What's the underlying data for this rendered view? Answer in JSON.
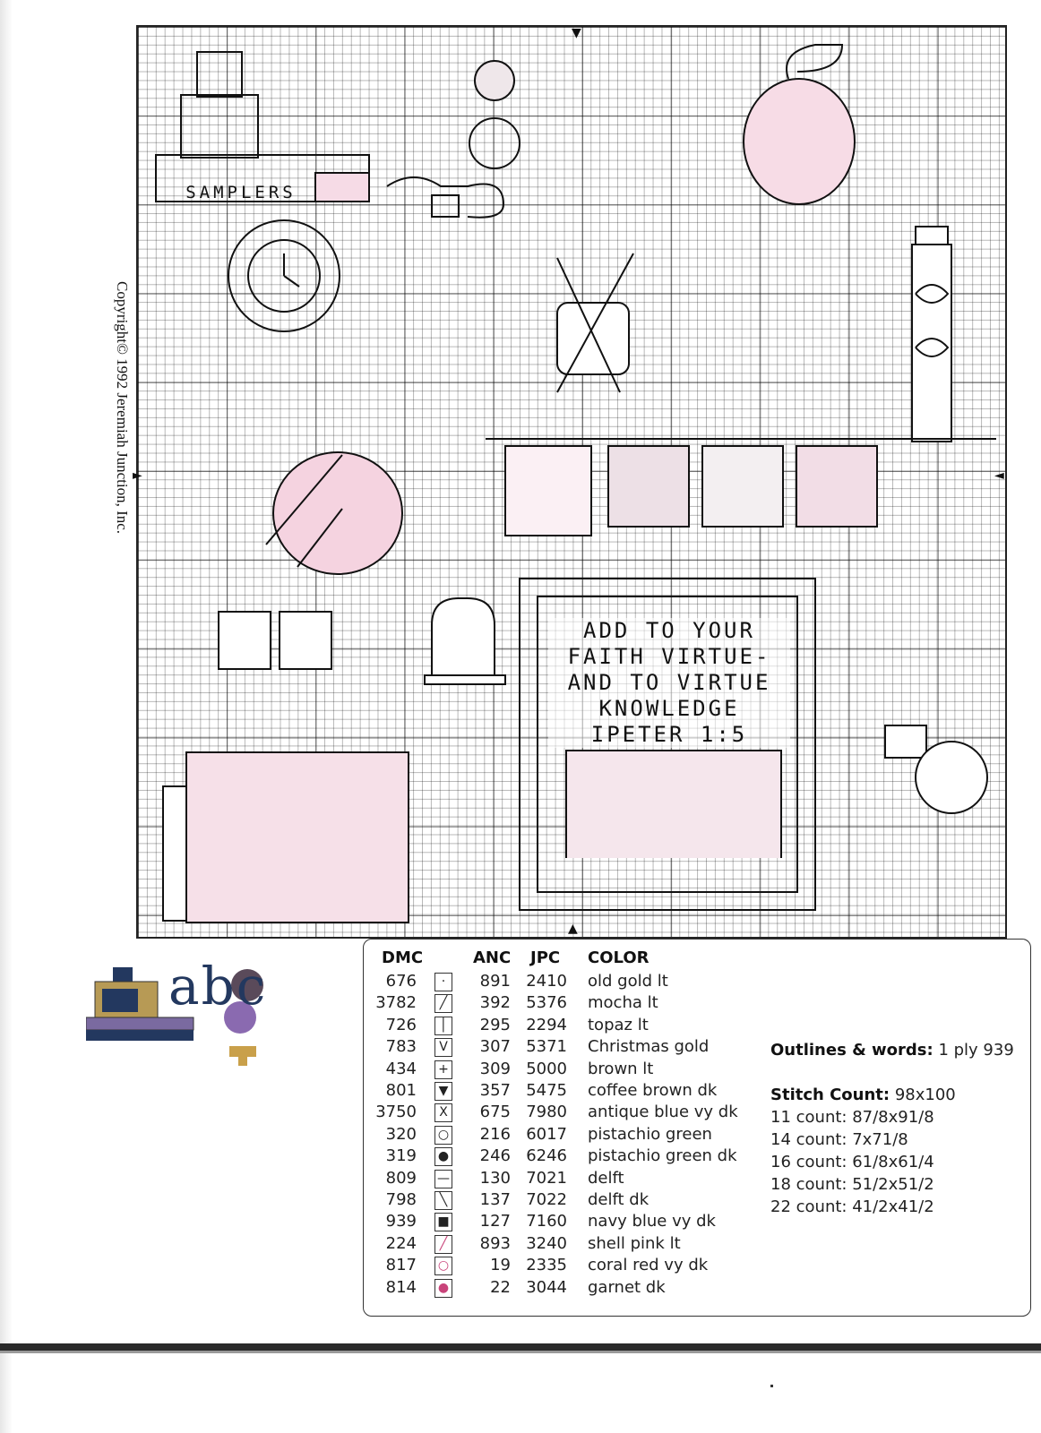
{
  "chart": {
    "copyright": "Copyright© 1992 Jeremiah Junction, Inc.",
    "samplers_label": "SAMPLERS",
    "verse_lines": [
      "ADD TO YOUR",
      "FAITH VIRTUE-",
      "AND TO VIRTUE",
      "KNOWLEDGE",
      "IPETER 1:5"
    ],
    "center_arrow_top": "▼",
    "center_arrow_bottom": "▲",
    "center_arrow_left": "►",
    "center_arrow_right": "◄"
  },
  "logo": {
    "letters": "abc"
  },
  "key": {
    "headers": {
      "dmc": "DMC",
      "anc": "ANC",
      "jpc": "JPC",
      "color": "COLOR"
    },
    "rows": [
      {
        "dmc": "676",
        "symbol": "·",
        "anc": "891",
        "jpc": "2410",
        "color": "old gold lt"
      },
      {
        "dmc": "3782",
        "symbol": "╱",
        "anc": "392",
        "jpc": "5376",
        "color": "mocha lt"
      },
      {
        "dmc": "726",
        "symbol": "│",
        "anc": "295",
        "jpc": "2294",
        "color": "topaz lt"
      },
      {
        "dmc": "783",
        "symbol": "V",
        "anc": "307",
        "jpc": "5371",
        "color": "Christmas gold"
      },
      {
        "dmc": "434",
        "symbol": "+",
        "anc": "309",
        "jpc": "5000",
        "color": "brown lt"
      },
      {
        "dmc": "801",
        "symbol": "▼",
        "anc": "357",
        "jpc": "5475",
        "color": "coffee brown dk"
      },
      {
        "dmc": "3750",
        "symbol": "X",
        "anc": "675",
        "jpc": "7980",
        "color": "antique blue vy dk"
      },
      {
        "dmc": "320",
        "symbol": "○",
        "anc": "216",
        "jpc": "6017",
        "color": "pistachio green"
      },
      {
        "dmc": "319",
        "symbol": "●",
        "anc": "246",
        "jpc": "6246",
        "color": "pistachio green dk"
      },
      {
        "dmc": "809",
        "symbol": "—",
        "anc": "130",
        "jpc": "7021",
        "color": "delft"
      },
      {
        "dmc": "798",
        "symbol": "╲",
        "anc": "137",
        "jpc": "7022",
        "color": "delft dk"
      },
      {
        "dmc": "939",
        "symbol": "■",
        "anc": "127",
        "jpc": "7160",
        "color": "navy blue vy dk"
      },
      {
        "dmc": "224",
        "symbol": "╱",
        "anc": "893",
        "jpc": "3240",
        "color": "shell pink lt"
      },
      {
        "dmc": "817",
        "symbol": "○",
        "anc": "19",
        "jpc": "2335",
        "color": "coral red vy dk"
      },
      {
        "dmc": "814",
        "symbol": "●",
        "anc": "22",
        "jpc": "3044",
        "color": "garnet dk"
      }
    ]
  },
  "info": {
    "outlines_label": "Outlines & words:",
    "outlines_value": "1 ply 939",
    "stitch_count_label": "Stitch Count:",
    "stitch_count_value": "98x100",
    "counts": [
      "11 count: 87/8x91/8",
      "14 count: 7x71/8",
      "16 count: 61/8x61/4",
      "18 count: 51/2x51/2",
      "22 count: 41/2x41/2"
    ]
  },
  "colors": {
    "pink": "#c9447a",
    "navy": "#23385f",
    "grid": "#333333"
  }
}
